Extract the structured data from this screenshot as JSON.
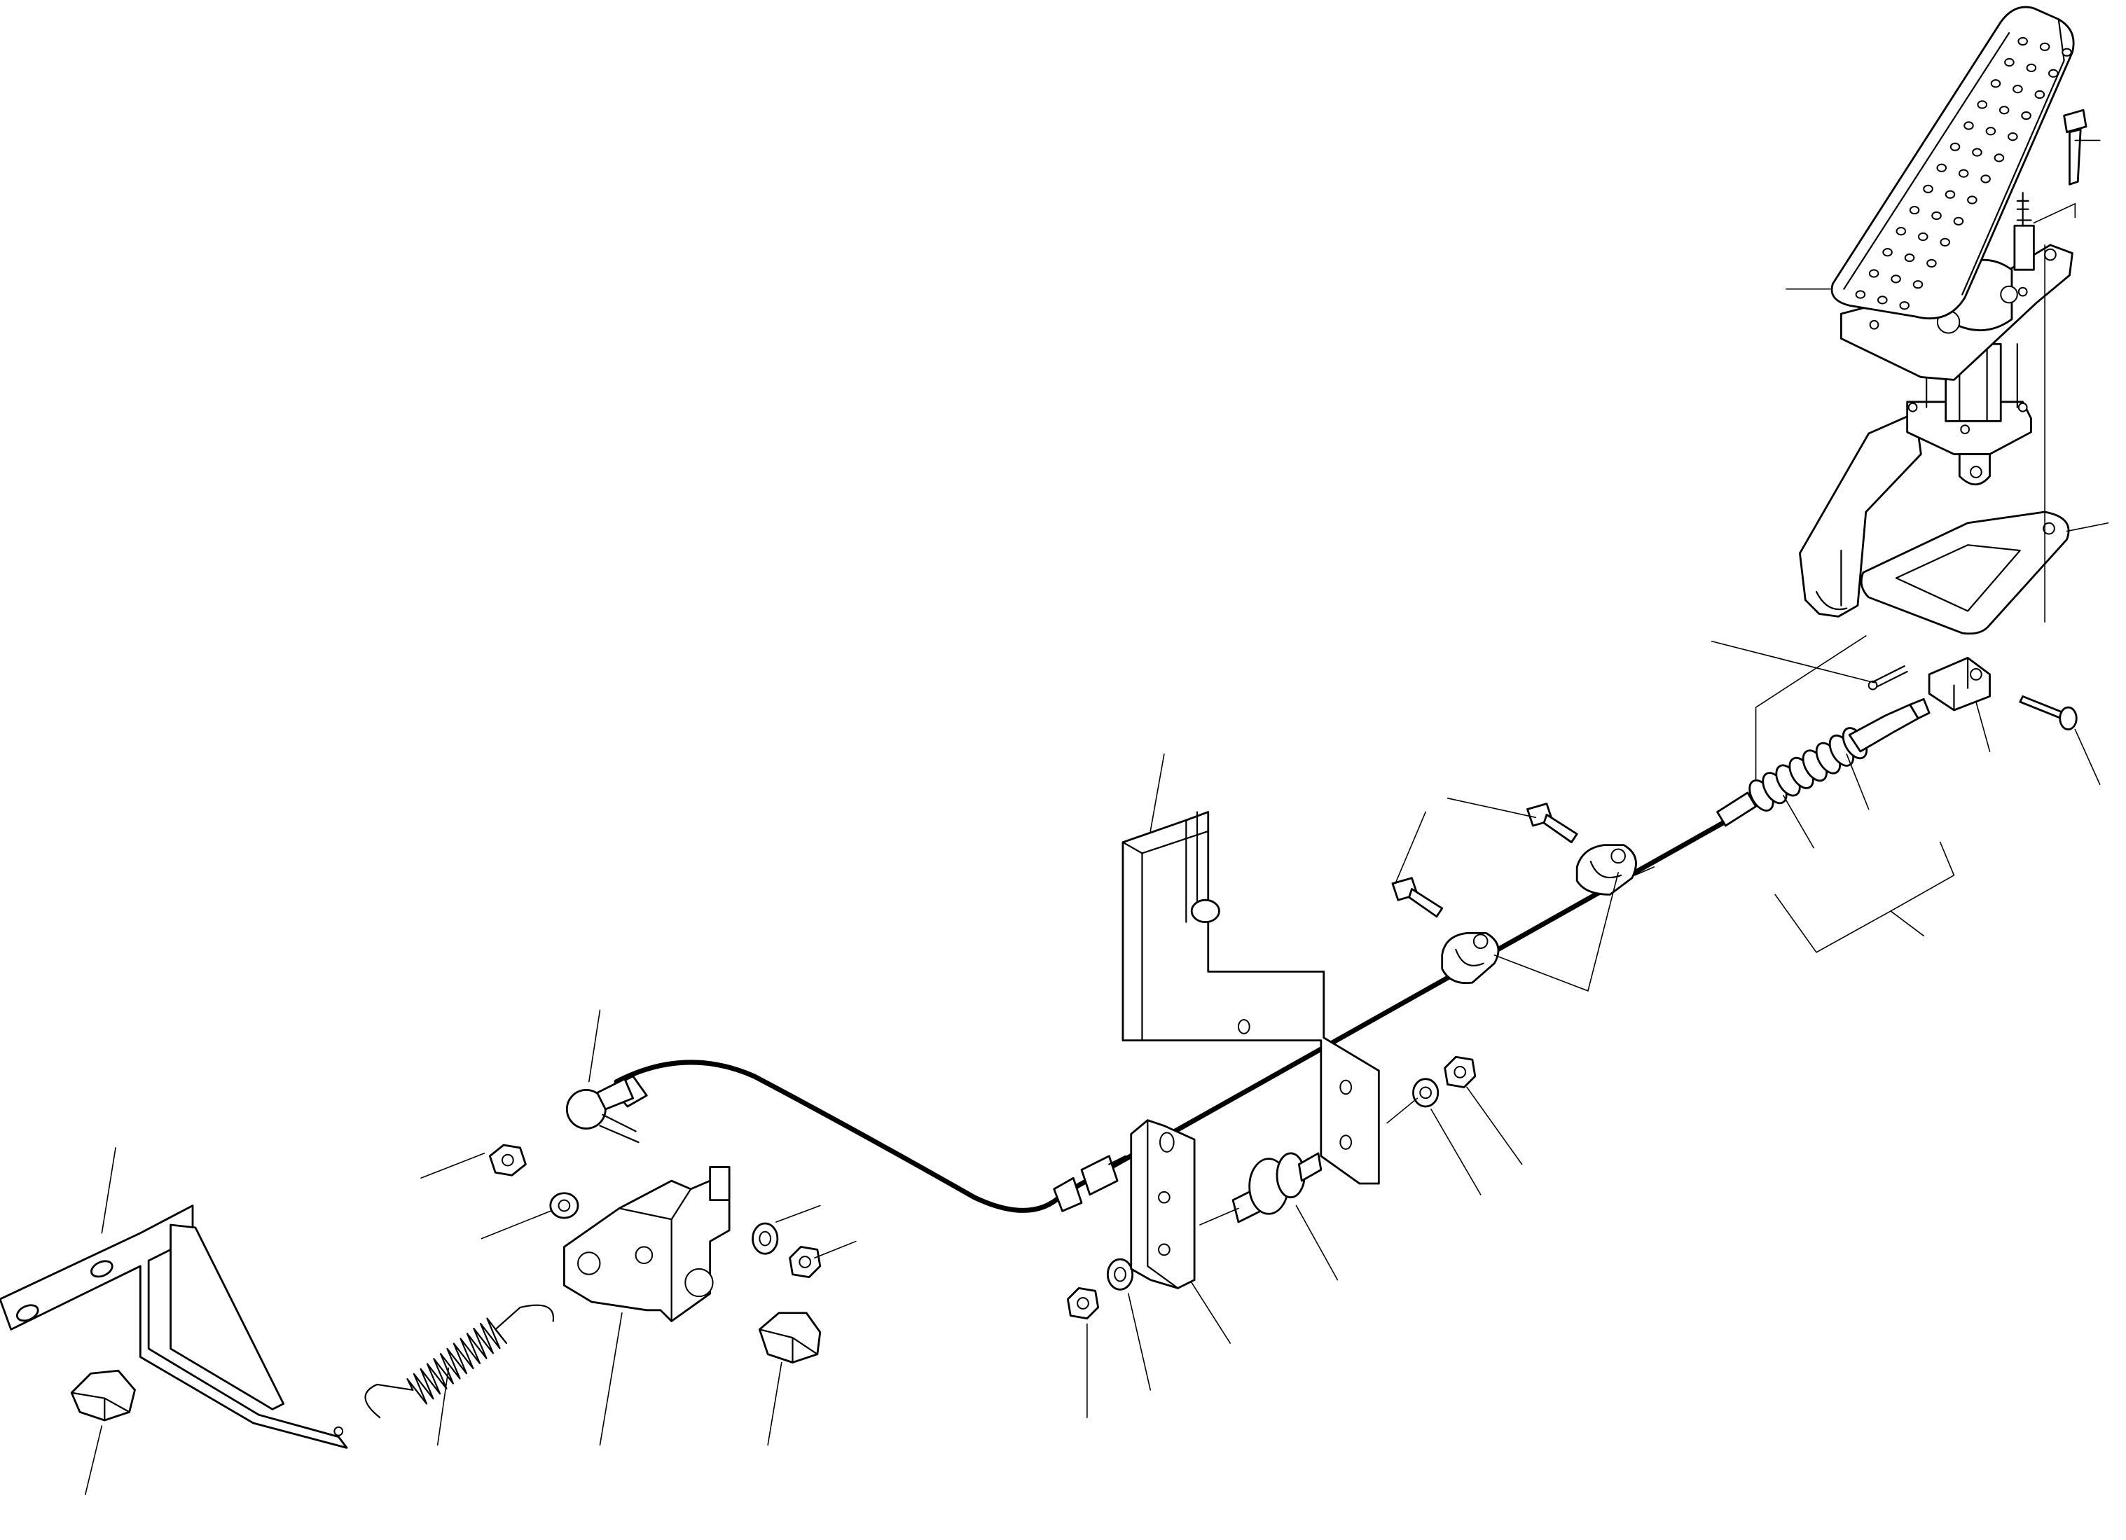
{
  "diagram": {
    "colors": {
      "line": "#000000",
      "background": "#ffffff"
    },
    "parts": [
      {
        "name": "accelerator-pedal-assembly"
      },
      {
        "name": "pedal-mounting-bolt"
      },
      {
        "name": "pedal-gasket-plate"
      },
      {
        "name": "cotter-pin"
      },
      {
        "name": "cable-clevis"
      },
      {
        "name": "clevis-pin"
      },
      {
        "name": "throttle-cable"
      },
      {
        "name": "cable-clip"
      },
      {
        "name": "clip-bolt"
      },
      {
        "name": "support-bracket"
      },
      {
        "name": "ball-joint"
      },
      {
        "name": "spring-bracket"
      },
      {
        "name": "return-spring"
      },
      {
        "name": "lever-block"
      },
      {
        "name": "flange-bolt"
      },
      {
        "name": "hex-nut"
      },
      {
        "name": "washer"
      },
      {
        "name": "rubber-mount"
      },
      {
        "name": "adjusting-link"
      }
    ]
  }
}
